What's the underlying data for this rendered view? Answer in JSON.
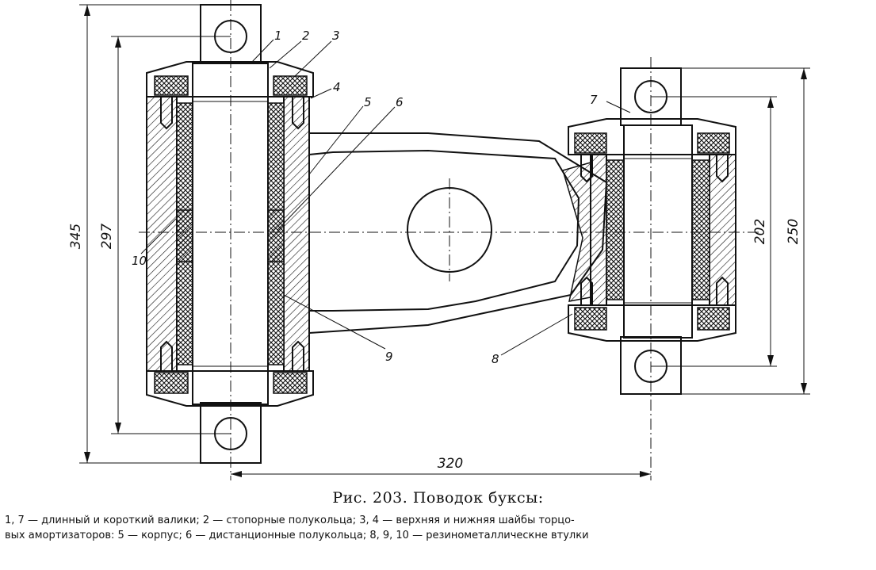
{
  "dimensions": {
    "overall_height": "345",
    "pin_spacing_long": "297",
    "spacing_short": "202",
    "pin_spacing_short": "250",
    "center_distance": "320"
  },
  "callouts": [
    "1",
    "2",
    "3",
    "4",
    "5",
    "6",
    "7",
    "8",
    "9",
    "10"
  ],
  "caption": {
    "title": "Рис. 203. Поводок буксы:",
    "legend_line1": "1, 7 — длинный и короткий валики; 2 — стопорные полукольца; 3, 4 — верхняя и нижняя шайбы торцо-",
    "legend_line2": "вых амортизаторов: 5 — корпус; 6 — дистанционные полукольца; 8, 9, 10 — резинометаллическне втулки"
  }
}
